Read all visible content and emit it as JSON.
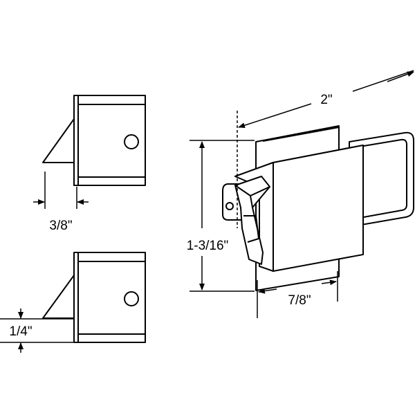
{
  "dimensions": {
    "overall_length": "2\"",
    "height": "1-3/16\"",
    "base_width": "7/8\"",
    "strike_depth": "3/8\"",
    "strike_offset": "1/4\""
  },
  "colors": {
    "line": "#000000",
    "background": "#ffffff"
  }
}
